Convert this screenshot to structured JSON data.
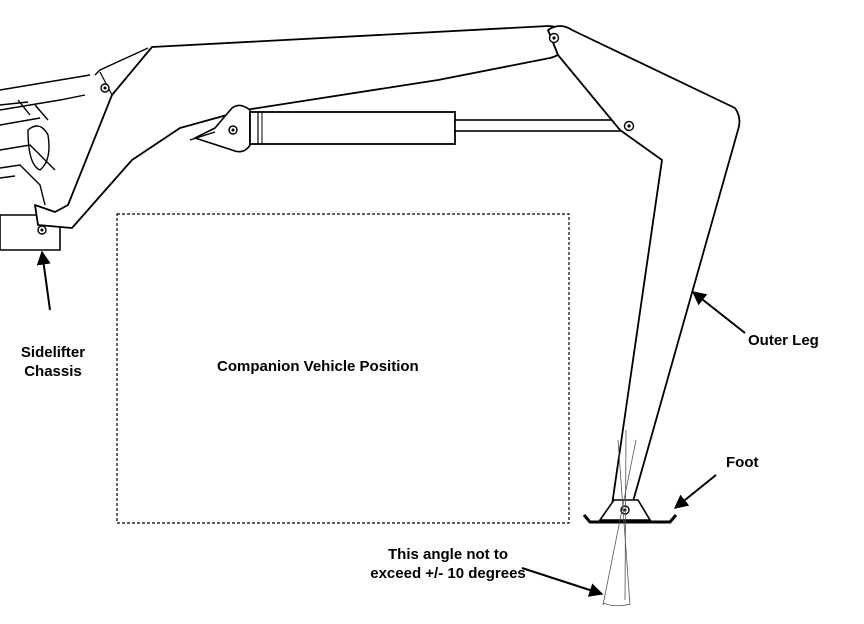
{
  "labels": {
    "chassis_line1": "Sidelifter",
    "chassis_line2": "Chassis",
    "companion": "Companion Vehicle Position",
    "outer_leg": "Outer Leg",
    "foot": "Foot",
    "angle_line1": "This angle not to",
    "angle_line2": "exceed +/- 10 degrees"
  },
  "colors": {
    "line": "#000000",
    "fill": "#ffffff"
  }
}
